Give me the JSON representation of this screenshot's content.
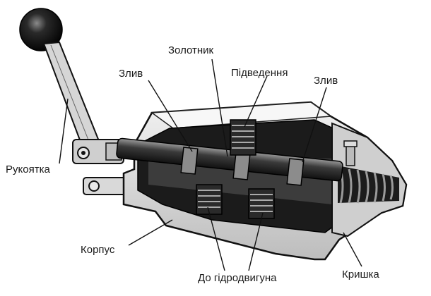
{
  "labels": {
    "handle": "Рукоятка",
    "spool": "Золотник",
    "drain_left": "Злив",
    "supply": "Підведення",
    "drain_right": "Злив",
    "body": "Корпус",
    "to_actuator": "До гідродвигуна",
    "cover": "Кришка"
  }
}
